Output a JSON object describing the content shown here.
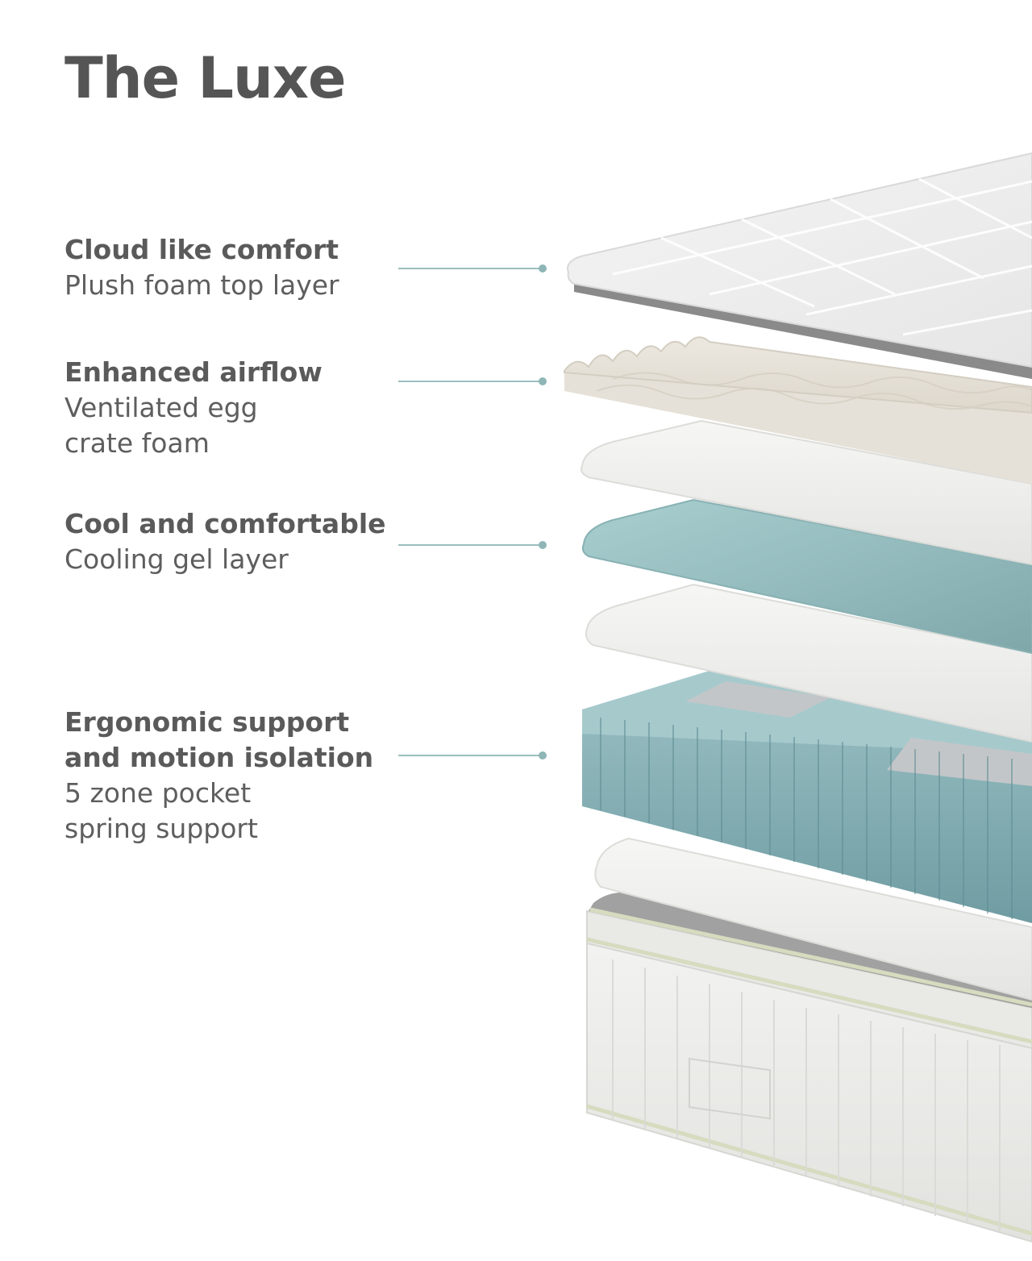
{
  "title": "The Luxe",
  "callouts": [
    {
      "heading": "Cloud like comfort",
      "description": "Plush foam top layer"
    },
    {
      "heading": "Enhanced airflow",
      "description": "Ventilated egg\ncrate foam"
    },
    {
      "heading": "Cool and comfortable",
      "description": "Cooling gel layer"
    },
    {
      "heading": "Ergonomic support\nand motion isolation",
      "description": "5 zone pocket\nspring support"
    }
  ],
  "colors": {
    "text": "#5a5a5a",
    "leader": "#9bbfbf",
    "gel": "#9cc3c4",
    "springs": "#8fb8bd",
    "foam": "#e9e6e0",
    "base": "#ededeb",
    "piping": "#d9dcc4"
  }
}
